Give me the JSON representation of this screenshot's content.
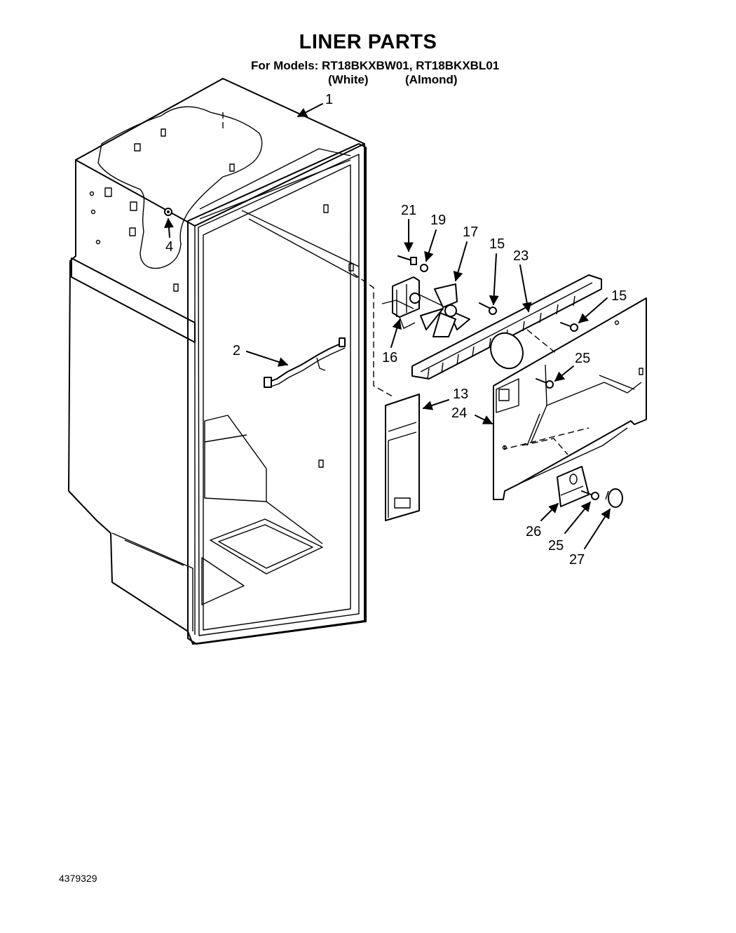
{
  "header": {
    "title": "LINER PARTS",
    "models_line": "For Models: RT18BKXBW01, RT18BKXBL01",
    "variant_white": "(White)",
    "variant_almond": "(Almond)"
  },
  "footer": {
    "document_number": "4379329"
  },
  "callouts": [
    "1",
    "4",
    "2",
    "21",
    "19",
    "17",
    "15",
    "23",
    "15",
    "16",
    "25",
    "13",
    "24",
    "26",
    "25",
    "27"
  ]
}
